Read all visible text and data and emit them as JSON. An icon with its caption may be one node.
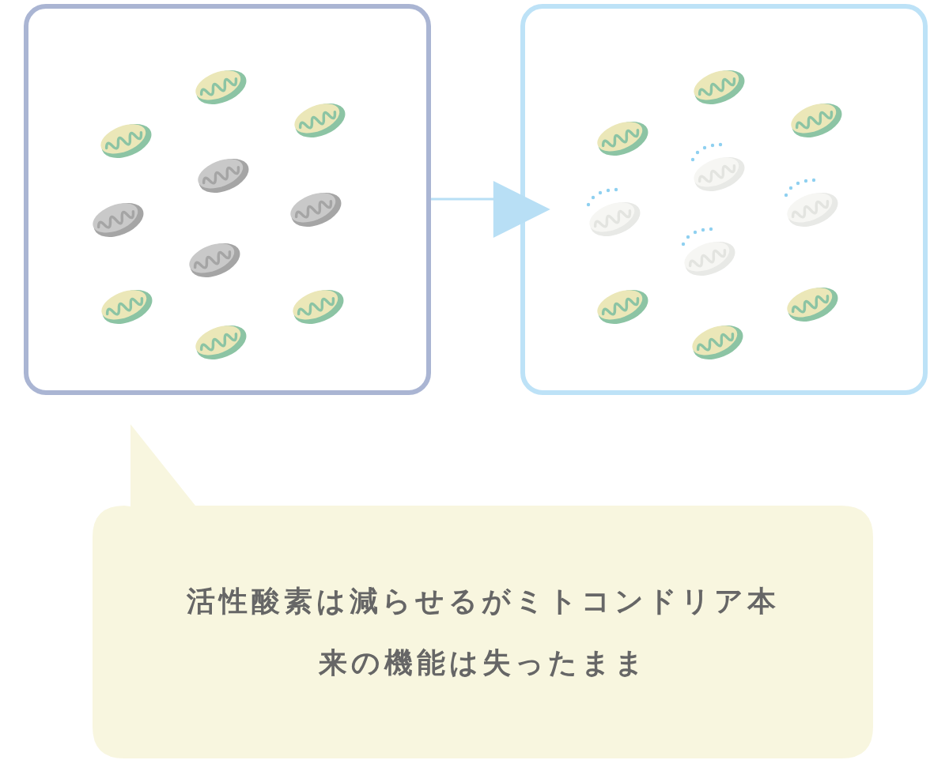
{
  "diagram": {
    "nodes": [
      {
        "text": [],
        "shape": "box"
      },
      {
        "text": [],
        "shape": "box"
      },
      {
        "text": [
          "活性酸素は減らせるがミトコンドリア本来の機能は失ったまま"
        ]
      }
    ],
    "edges": [
      {
        "from": 0,
        "to": 1,
        "arrow": "to"
      }
    ]
  }
}
